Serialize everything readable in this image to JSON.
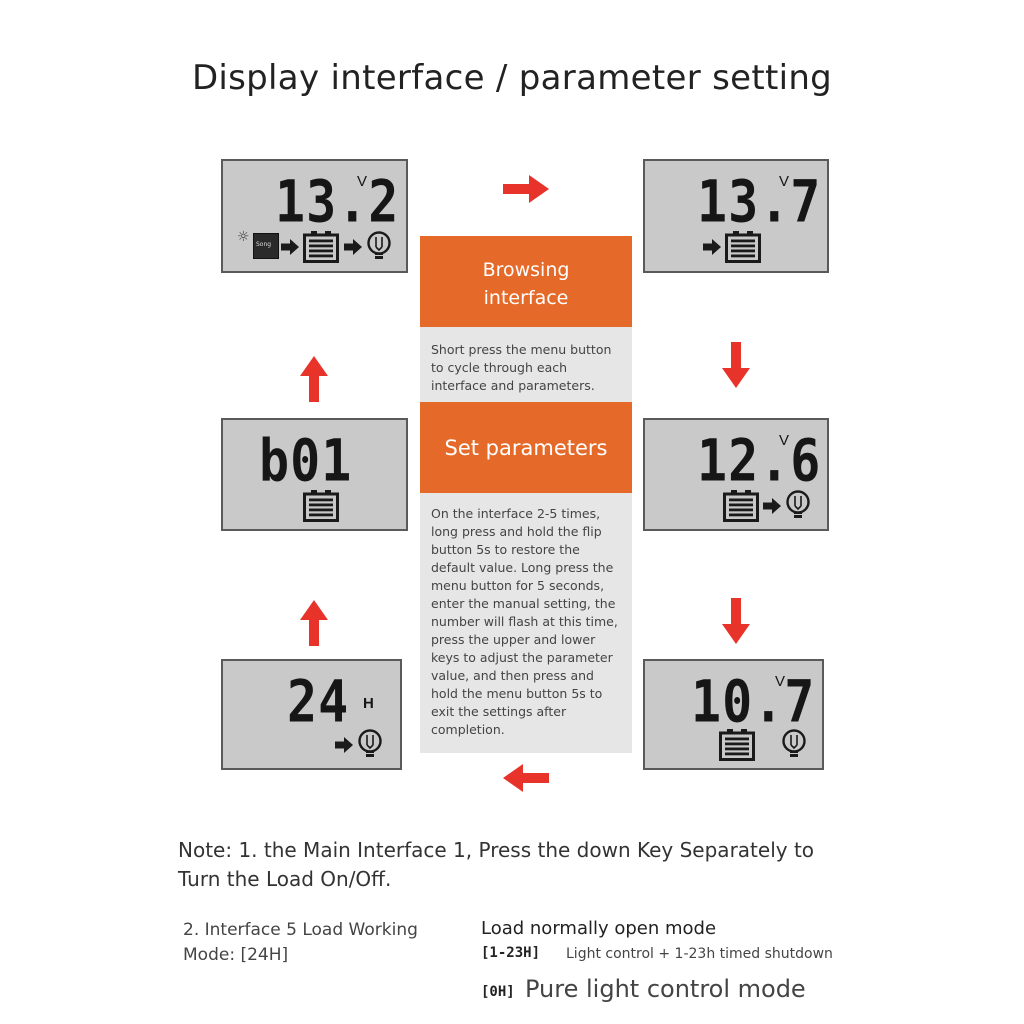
{
  "title": "Display interface / parameter setting",
  "screens": {
    "s1": {
      "value": "13.2",
      "unit": "V",
      "sun_label": "Song"
    },
    "s2": {
      "value": "13.7",
      "unit": "V"
    },
    "s3": {
      "value": "12.6",
      "unit": "V"
    },
    "s4": {
      "value": "10.7",
      "unit": "V"
    },
    "s5": {
      "value": "24",
      "unit": "H"
    },
    "s6": {
      "value": "b01"
    }
  },
  "panel": {
    "browsing_heading": "Browsing interface",
    "browsing_text": "Short press the menu button to cycle through each interface and parameters.",
    "set_heading": "Set parameters",
    "set_text": "On the interface 2-5 times, long press and hold the flip button 5s to restore the default value.   Long press the menu button for 5 seconds, enter the manual setting, the number will flash at this time, press the upper and lower keys to adjust the parameter value, and then press and hold the menu button 5s to exit the settings after completion."
  },
  "notes": {
    "note1": "Note: 1. the Main Interface 1, Press the down Key Separately to Turn the Load On/Off.",
    "note2": "2. Interface 5 Load Working Mode: [24H]",
    "mode_heading": "Load normally open mode",
    "mode1_code": "[1-23H]",
    "mode1_text": "Light control + 1-23h timed shutdown",
    "mode2_code": "[0H]",
    "mode2_text": "Pure light control mode"
  },
  "colors": {
    "accent": "#e56a2a",
    "arrow": "#e8332a",
    "lcd_bg": "#c9c9c9"
  }
}
